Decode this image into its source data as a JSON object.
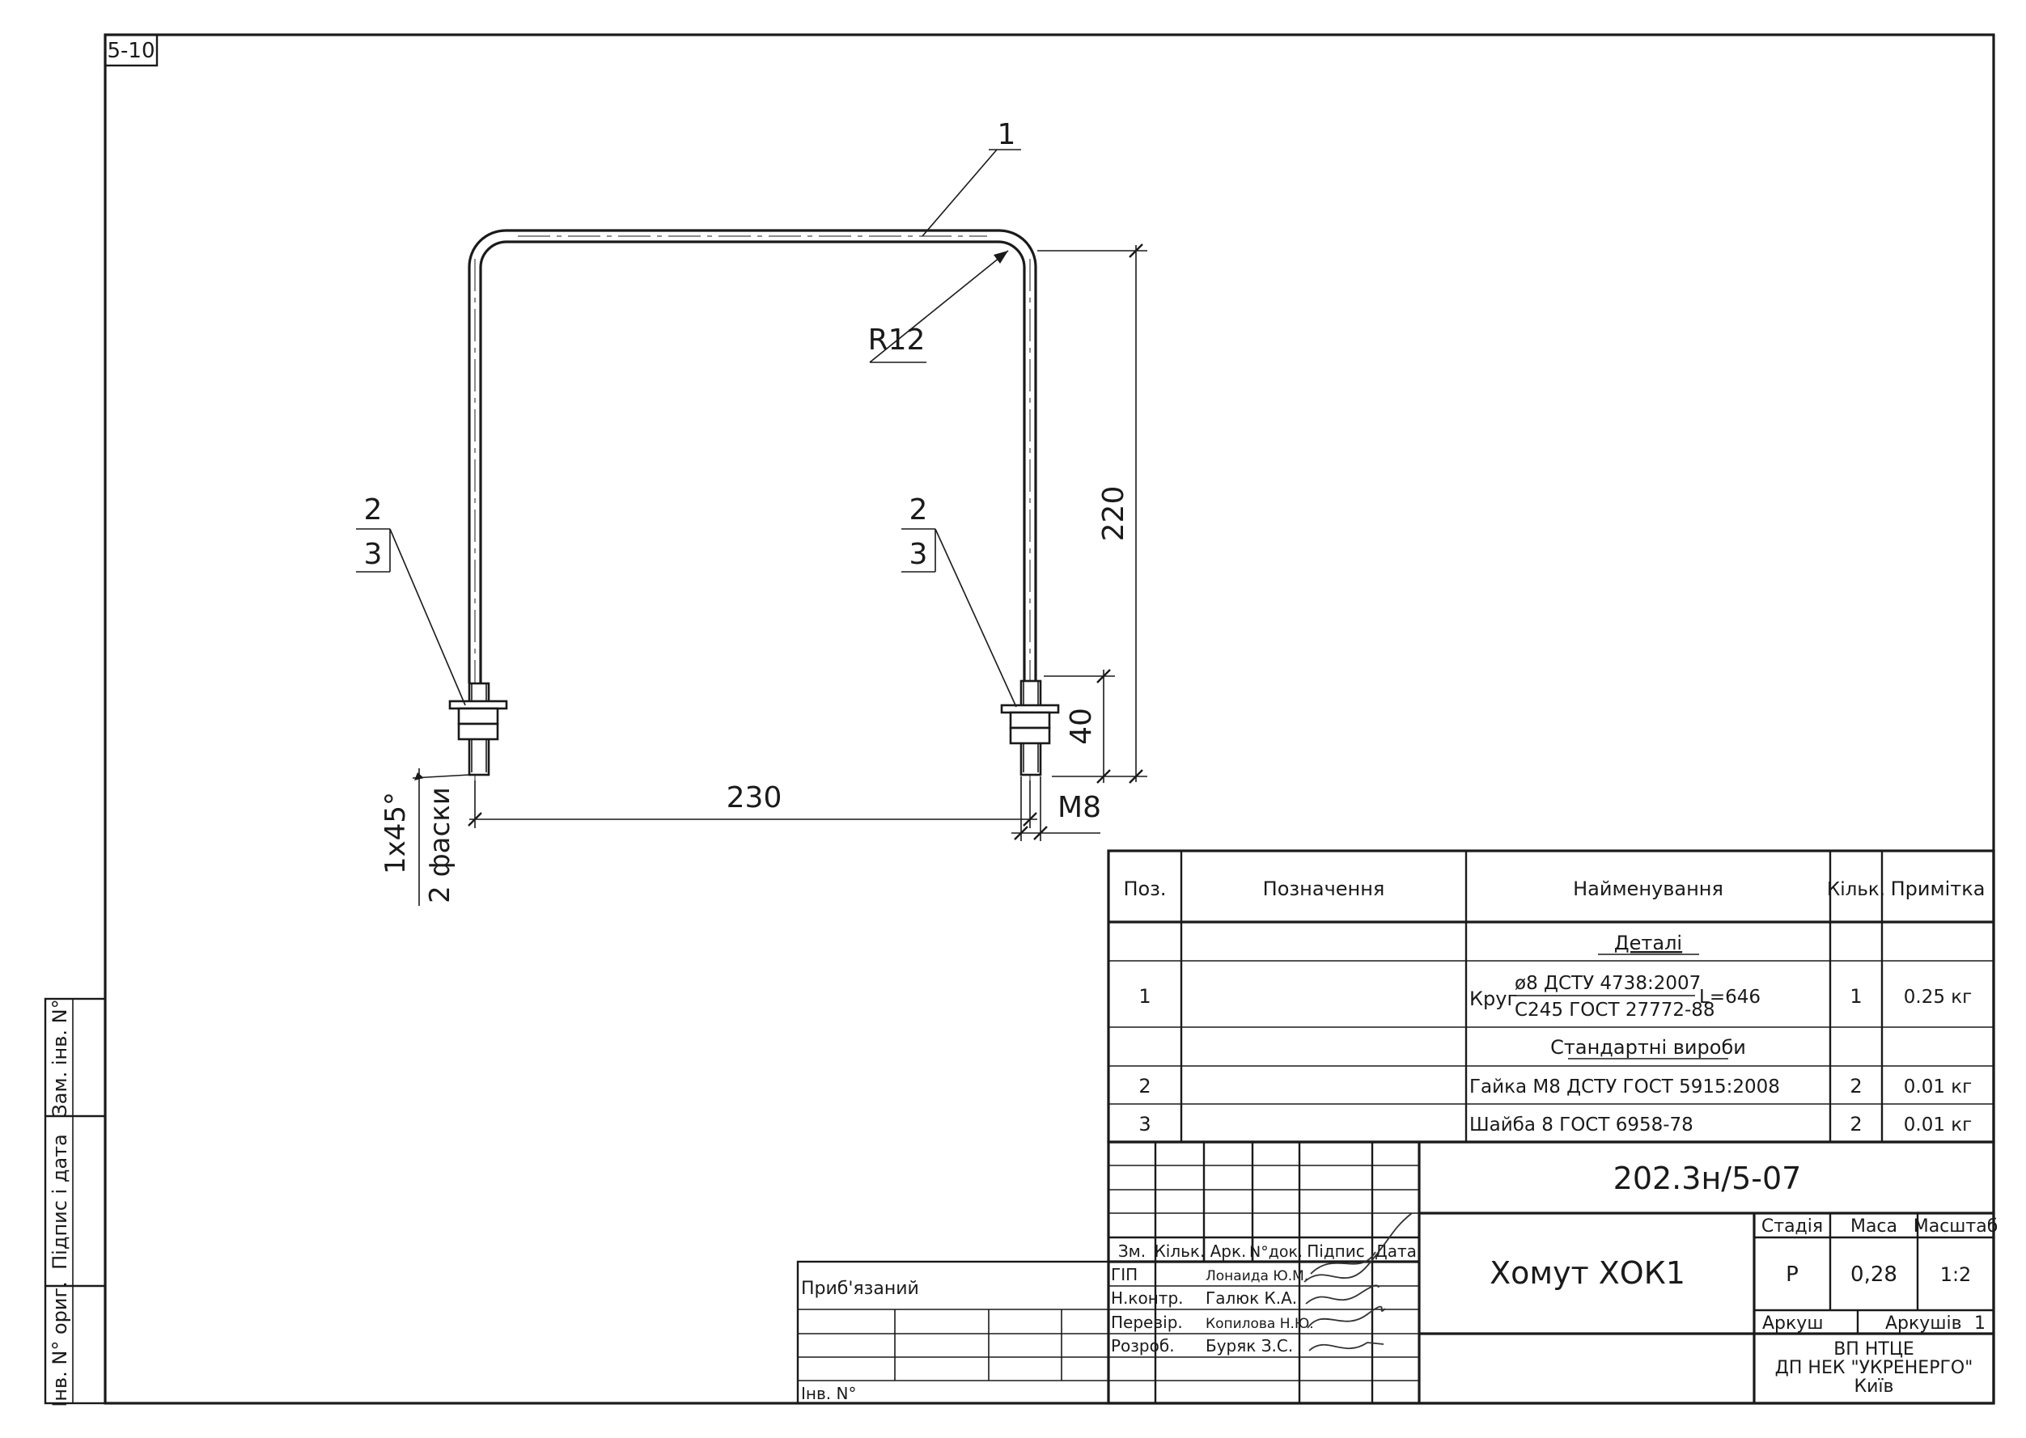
{
  "sheet": {
    "number": "5-10"
  },
  "drawing": {
    "callout_part1": "1",
    "radius_label": "R12",
    "height_dim": "220",
    "thread_length_dim": "40",
    "width_dim": "230",
    "thread_label": "M8",
    "chamfer_size": "1x45°",
    "chamfer_count": "2 фаски",
    "callout_left_top": "2",
    "callout_left_bottom": "3",
    "callout_right_top": "2",
    "callout_right_bottom": "3"
  },
  "spec_table": {
    "headers": {
      "pos": "Поз.",
      "designation": "Позначення",
      "name": "Найменування",
      "qty": "Кільк.",
      "note": "Примітка"
    },
    "section_details": "Деталі",
    "section_standard": "Стандартні вироби",
    "row1": {
      "pos": "1",
      "name_prefix": "Круг",
      "name_top": "ø8 ДСТУ 4738:2007",
      "name_bottom": "C245 ГОСТ 27772-88",
      "name_suffix": "L=646",
      "qty": "1",
      "note": "0.25 кг"
    },
    "row2": {
      "pos": "2",
      "name": "Гайка М8 ДСТУ ГОСТ 5915:2008",
      "qty": "2",
      "note": "0.01 кг"
    },
    "row3": {
      "pos": "3",
      "name": "Шайба 8 ГОСТ 6958-78",
      "qty": "2",
      "note": "0.01 кг"
    }
  },
  "title_block": {
    "doc_code": "202.3н/5-07",
    "title": "Хомут ХОК1",
    "stage_label": "Стадія",
    "mass_label": "Маса",
    "scale_label": "Масштаб",
    "stage": "Р",
    "mass": "0,28",
    "scale": "1:2",
    "sheet_label": "Аркуш",
    "sheets_label": "Аркушів",
    "sheets_total": "1",
    "org_line1": "ВП НТЦЕ",
    "org_line2": "ДП НЕК \"УКРЕНЕРГО\"",
    "org_line3": "Київ",
    "headers": {
      "change": "Зм.",
      "qty": "Кільк.",
      "sheet": "Арк.",
      "doc_no": "N°док.",
      "signature": "Підпис",
      "date": "Дата"
    },
    "roles": [
      {
        "role": "ГІП",
        "name": "Лонаида Ю.М."
      },
      {
        "role": "Н.контр.",
        "name": "Галюк К.А."
      },
      {
        "role": "Перевір.",
        "name": "Копилова Н.Ю."
      },
      {
        "role": "Розроб.",
        "name": "Буряк З.С."
      }
    ],
    "attached_label": "Приб'язаний",
    "inv_label": "Інв. N°"
  },
  "side_stamp": {
    "replace_inv": "Зам. інв. N°",
    "signature_date": "Підпис і дата",
    "inv_original": "Інв. N° ориг."
  }
}
